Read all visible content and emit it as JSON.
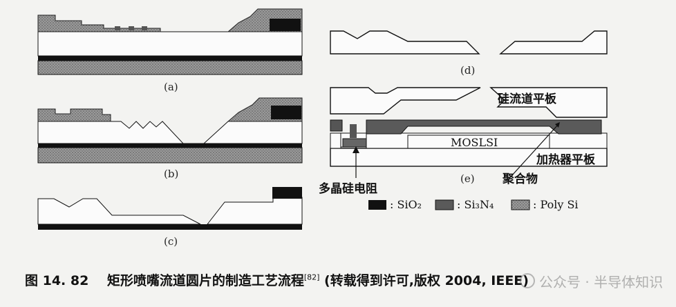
{
  "panels": {
    "a": "(a)",
    "b": "(b)",
    "c": "(c)",
    "d": "(d)",
    "e": "(e)"
  },
  "labels": {
    "channel_plate": "硅流道平板",
    "moslsi": "MOSLSI",
    "heater_plate": "加热器平板",
    "poly_resistor": "多晶硅电阻",
    "polymer": "聚合物"
  },
  "legend": [
    {
      "name": "sio2",
      "text": ": SiO₂",
      "color": "#111111"
    },
    {
      "name": "si3n4",
      "text": ": Si₃N₄",
      "color": "#5a5a5a"
    },
    {
      "name": "polysi",
      "text": ": Poly Si",
      "color": "#8c8c8c"
    }
  ],
  "caption": {
    "number": "图 14. 82",
    "text": "矩形喷嘴流道圆片的制造工艺流程",
    "ref": "[82]",
    "credit": "(转载得到许可,版权 2004, IEEE)"
  },
  "watermark": "公众号 · 半导体知识"
}
